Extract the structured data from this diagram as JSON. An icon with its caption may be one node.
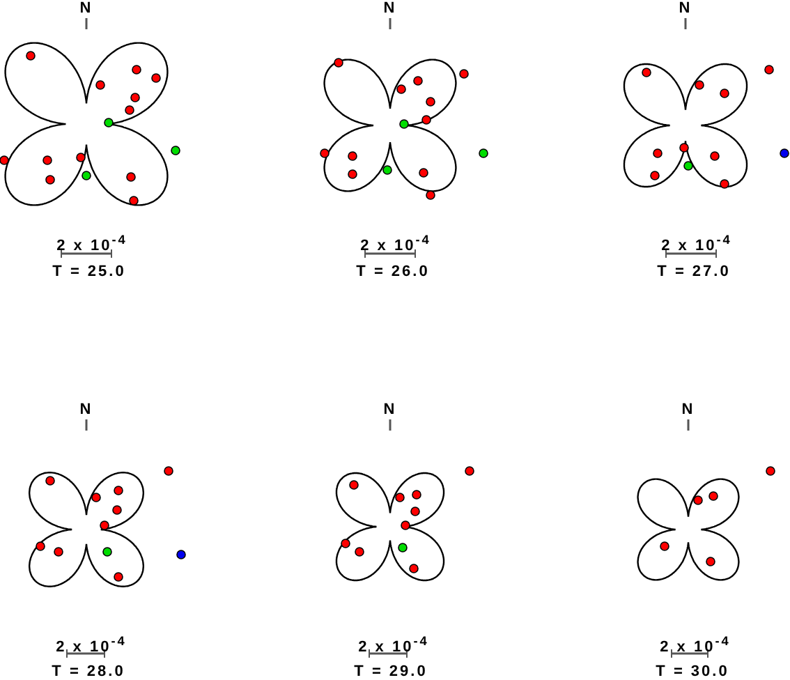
{
  "diagram": {
    "labels": [
      "N",
      "2 x 10$^{-4}$",
      "T = 25.0",
      "N",
      "2 x 10$^{-4}$",
      "T = 26.0",
      "N",
      "2 x 10$^{-4}$",
      "T = 27.0",
      "N",
      "2 x 10$^{-4}$",
      "T = 28.0",
      "N",
      "2 x 10$^{-4}$",
      "T = 29.0",
      "N",
      "2 x 10$^{-4}$",
      "T = 30.0"
    ]
  }
}
